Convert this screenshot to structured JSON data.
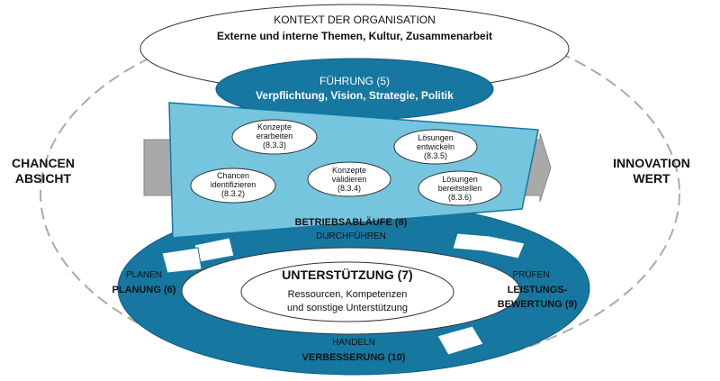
{
  "context": {
    "title": "KONTEXT DER ORGANISATION",
    "subtitle": "Externe und interne Themen, Kultur, Zusammenarbeit"
  },
  "leadership": {
    "title": "FÜHRUNG (5)",
    "subtitle": "Verpflichtung, Vision, Strategie, Politik"
  },
  "left_side": {
    "line1": "CHANCEN",
    "line2": "ABSICHT"
  },
  "right_side": {
    "line1": "INNOVATION",
    "line2": "WERT"
  },
  "process_nodes": {
    "develop_concepts": {
      "line1": "Konzepte",
      "line2": "erarbeiten",
      "ref": "(8.3.3)"
    },
    "identify_chances": {
      "line1": "Chancen",
      "line2": "identifizieren",
      "ref": "(8.3.2)"
    },
    "validate_concepts": {
      "line1": "Konzepte",
      "line2": "validieren",
      "ref": "(8.3.4)"
    },
    "develop_solutions": {
      "line1": "Lösungen",
      "line2": "entwickeln",
      "ref": "(8.3.5)"
    },
    "deploy_solutions": {
      "line1": "Lösungen",
      "line2": "bereitstellen",
      "ref": "(8.3.6)"
    }
  },
  "operations": {
    "title": "BETRIEBSABLÄUFE (8)",
    "subtitle": "DURCHFÜHREN"
  },
  "support": {
    "title": "UNTERSTÜTZUNG (7)",
    "line1": "Ressourcen, Kompetenzen",
    "line2": "und sonstige Unterstützung"
  },
  "planning": {
    "line1": "PLANEN",
    "line2": "PLANUNG (6)"
  },
  "performance": {
    "line1": "PRÜFEN",
    "line2": "LEISTUNGS-",
    "line3": "BEWERTUNG (9)"
  },
  "improvement": {
    "line1": "HANDELN",
    "line2": "VERBESSERUNG (10)"
  },
  "colors": {
    "dark_teal": "#1677a1",
    "light_blue": "#76c5df",
    "gray": "#a9a9a9",
    "dashed": "#aaaaaa"
  }
}
